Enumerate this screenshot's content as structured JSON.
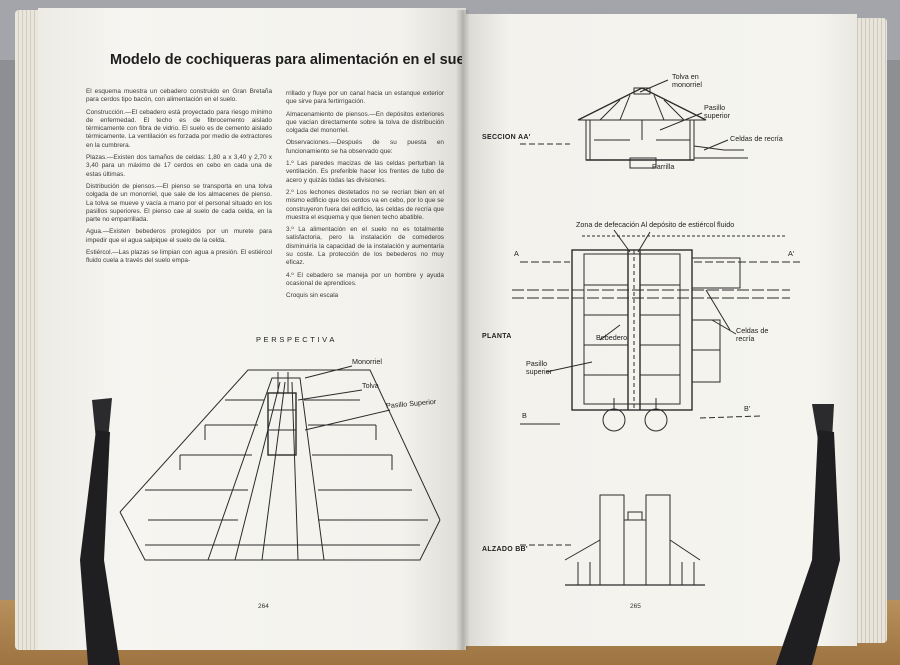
{
  "left_page": {
    "title": "Modelo de cochiqueras para alimentación en el suelo",
    "page_number": "264",
    "column_a": [
      "El esquema muestra un cebadero construido en Gran Bretaña para cerdos tipo bacón, con alimentación en el suelo.",
      "Construcción.—El cebadero está proyectado para riesgo mínimo de enfermedad. El techo es de fibrocemento aislado térmicamente con fibra de vidrio. El suelo es de cemento aislado térmicamente. La ventilación es forzada por medio de extractores en la cumbrera.",
      "Plazas.—Existen dos tamaños de celdas: 1,80 a x 3,40 y 2,70 x 3,40 para un máximo de 17 cerdos en cebo en cada una de estas últimas.",
      "Distribución de piensos.—El pienso se transporta en una tolva colgada de un monorriel, que sale de los almacenes de pienso. La tolva se mueve y vacía a mano por el personal situado en los pasillos superiores. El pienso cae al suelo de cada celda, en la parte no emparrillada.",
      "Agua.—Existen bebederos protegidos por un murete para impedir que el agua salpique el suelo de la celda.",
      "Estiércol.—Las plazas se limpian con agua a presión. El estiércol fluido cuela a través del suelo empa-"
    ],
    "column_b": [
      "rrillado y fluye por un canal hacia un estanque exterior que sirve para fertirrigación.",
      "Almacenamiento de piensos.—En depósitos exteriores que vacían directamente sobre la tolva de distribución colgada del monorriel.",
      "Observaciones.—Después de su puesta en funcionamiento se ha observado que:",
      "1.º Las paredes macizas de las celdas perturban la ventilación. Es preferible hacer los frentes de tubo de acero y quizás todas las divisiones.",
      "2.º Los lechones destetados no se recrían bien en el mismo edificio que los cerdos va en cebo, por lo que se construyeron fuera del edificio, las celdas de recría que muestra el esquema y que tienen techo abatible.",
      "3.º La alimentación en el suelo no es totalmente satisfactoria, pero la instalación de comederos disminuiría la capacidad de la instalación y aumentaría su coste. La protección de los bebederos no muy eficaz.",
      "4.º El cebadero se maneja por un hombre y ayuda ocasional de aprendices.",
      "Croquis sin escala"
    ],
    "perspective": {
      "heading": "P E R S P E C T I V A",
      "labels": [
        "Monorriel",
        "Tolva",
        "Pasillo Superior"
      ]
    }
  },
  "right_page": {
    "page_number": "265",
    "section_aa": "SECCION AA'",
    "section_labels": [
      "Tolva en monorriel",
      "Pasillo superior",
      "Celdas de recría",
      "Parrilla"
    ],
    "planta_heading": "PLANTA",
    "planta_top_label": "Zona de defecación  Al depósito de estiércol fluido",
    "planta_labels": [
      "Bebedero",
      "Pasillo superior",
      "Celdas de recría"
    ],
    "axis_a": "A",
    "axis_a_prime": "A'",
    "axis_b": "B",
    "axis_b_prime": "B'",
    "alzado": "ALZADO BB'"
  }
}
